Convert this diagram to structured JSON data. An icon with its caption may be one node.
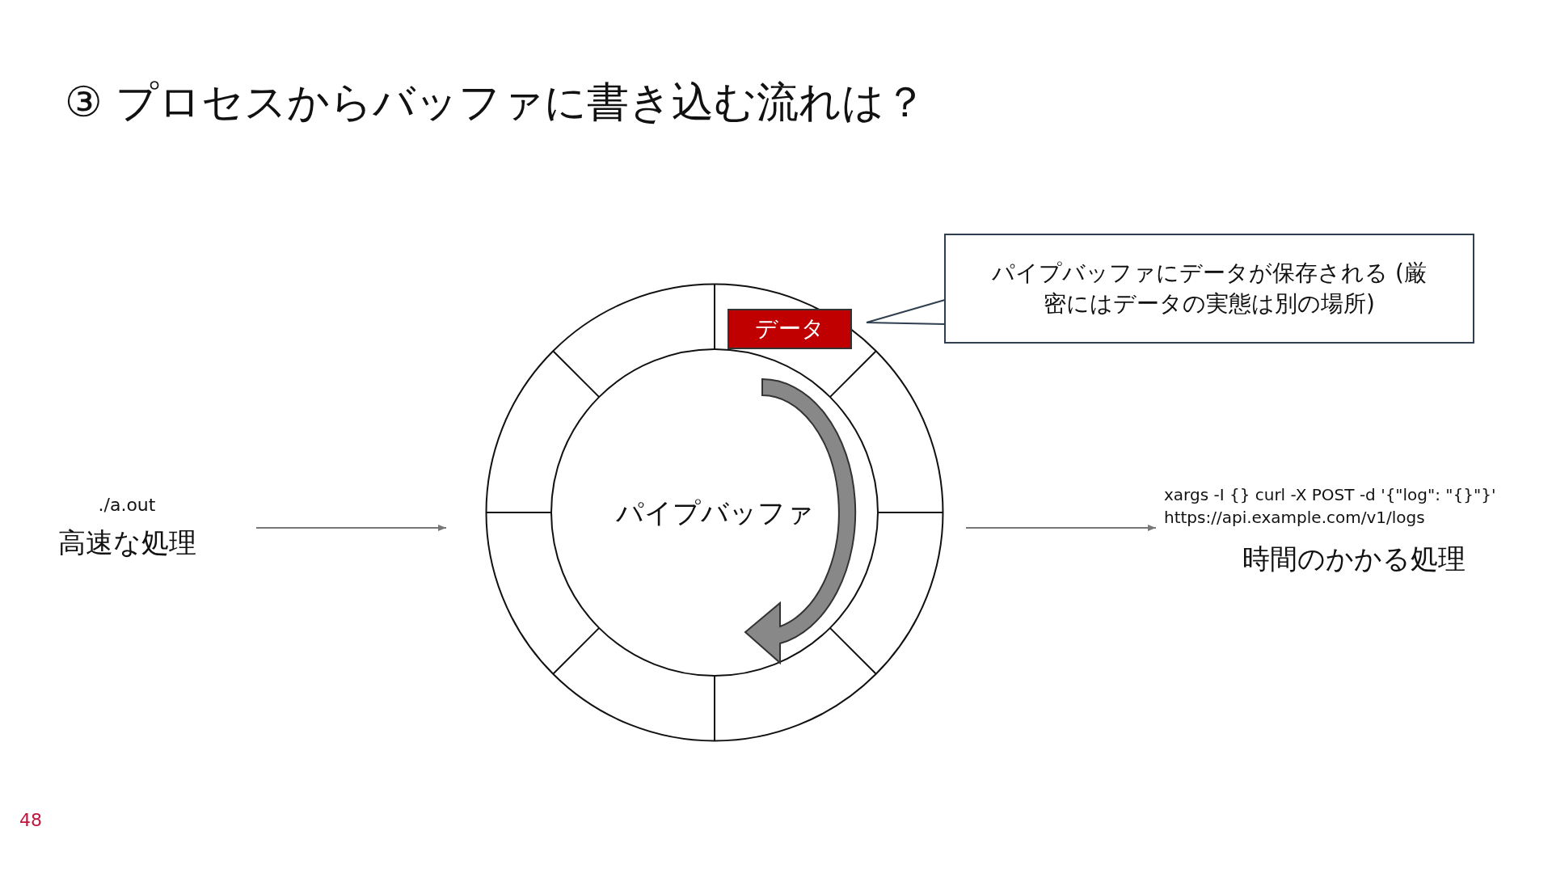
{
  "diagram": {
    "title": "③ プロセスからバッファに書き込む流れは？",
    "nodes": [
      {
        "text": [
          "./a.out",
          "高速な処理"
        ]
      },
      {
        "text": [
          "パイプバッファ"
        ]
      },
      {
        "text": [
          "データ"
        ],
        "in": 1
      },
      {
        "text": [
          "パイプバッファにデータが保存される (厳密にはデータの実態は別の場所)"
        ]
      },
      {
        "text": [
          "xargs -I {} curl -X POST -d '{\"log\": \"{}\"}' https://api.example.com/v1/logs",
          "時間のかかる処理"
        ]
      }
    ],
    "edges": [
      {
        "from": 0,
        "to": 1,
        "arrow": "to"
      },
      {
        "from": 1,
        "to": 4,
        "arrow": "to"
      },
      {
        "from": 3,
        "to": 2,
        "arrow": "none"
      }
    ],
    "labels": [
      "48"
    ]
  }
}
